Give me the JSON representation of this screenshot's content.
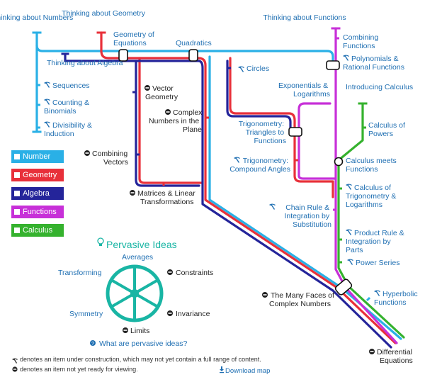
{
  "colors": {
    "number": "#2ab0e6",
    "geometry": "#e8303a",
    "algebra": "#24249a",
    "functions": "#c730d8",
    "calculus": "#35b22e",
    "pervasive": "#19b5a4",
    "label": "#1f6fb2"
  },
  "lines": {
    "number": "Thinking about Numbers",
    "geometry": "Thinking about Geometry",
    "algebra": "Thinking about Algebra",
    "functions": "Thinking about Functions",
    "calculus": "Introducing Calculus"
  },
  "stations": {
    "geometry_of_equations": [
      "Geometry of",
      "Equations"
    ],
    "quadratics": "Quadratics",
    "circles": "Circles",
    "sequences": "Sequences",
    "counting_binomials": [
      "Counting &",
      "Binomials"
    ],
    "divisibility_induction": [
      "Divisibility &",
      "Induction"
    ],
    "vector_geometry": [
      "Vector",
      "Geometry"
    ],
    "complex_numbers_plane": [
      "Complex",
      "Numbers in the",
      "Plane"
    ],
    "combining_vectors": [
      "Combining",
      "Vectors"
    ],
    "matrices": [
      "Matrices & Linear",
      "Transformations"
    ],
    "combining_functions": [
      "Combining",
      "Functions"
    ],
    "polynomials": [
      "Polynomials &",
      "Rational Functions"
    ],
    "exponentials": [
      "Exponentials &",
      "Logarithms"
    ],
    "trig_triangles": [
      "Trigonometry:",
      "Triangles to",
      "Functions"
    ],
    "trig_compound": [
      "Trigonometry:",
      "Compound Angles"
    ],
    "calculus_of_powers": [
      "Calculus of",
      "Powers"
    ],
    "calculus_meets_functions": [
      "Calculus meets",
      "Functions"
    ],
    "calculus_trig": [
      "Calculus of",
      "Trigonometry &",
      "Logarithms"
    ],
    "chain_rule": [
      "Chain Rule &",
      "Integration by",
      "Substitution"
    ],
    "product_rule": [
      "Product Rule &",
      "Integration by",
      "Parts"
    ],
    "power_series": "Power Series",
    "many_faces": [
      "The Many Faces of",
      "Complex Numbers"
    ],
    "hyperbolic": [
      "Hyperbolic",
      "Functions"
    ],
    "differential_equations": [
      "Differential",
      "Equations"
    ]
  },
  "legend": [
    "Number",
    "Geometry",
    "Algebra",
    "Functions",
    "Calculus"
  ],
  "pervasive": {
    "title": "Pervasive Ideas",
    "ideas": {
      "averages": "Averages",
      "transforming": "Transforming",
      "constraints": "Constraints",
      "symmetry": "Symmetry",
      "invariance": "Invariance",
      "limits": "Limits"
    },
    "help_link": "What are pervasive ideas?"
  },
  "notes": {
    "construction": "denotes an item under construction, which may not yet contain a full range of content.",
    "not_ready": "denotes an item not yet ready for viewing."
  },
  "download": "Download map"
}
